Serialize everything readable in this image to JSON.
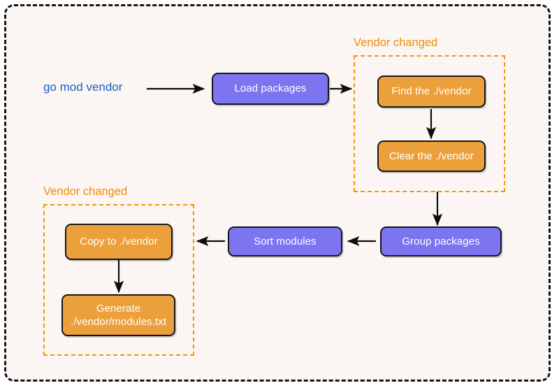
{
  "diagram": {
    "title_text": "go mod vendor",
    "background_color": "#fbf6f3",
    "frame_color": "#141414",
    "accent_purple": "#7d74f0",
    "accent_orange": "#eba03c",
    "group_border_color": "#f2960d",
    "group_label_color": "#ef8c0c",
    "command_text_color": "#1663c7",
    "arrow_color": "#0d0d0d"
  },
  "command": {
    "label": "go mod vendor"
  },
  "nodes": {
    "load_packages": {
      "label": "Load packages",
      "type": "purple"
    },
    "find_vendor": {
      "label": "Find the ./vendor",
      "type": "orange"
    },
    "clear_vendor": {
      "label": "Clear the ./vendor",
      "type": "orange"
    },
    "group_packages": {
      "label": "Group packages",
      "type": "purple"
    },
    "sort_modules": {
      "label": "Sort modules",
      "type": "purple"
    },
    "copy_to_vendor": {
      "label": "Copy to ./vendor",
      "type": "orange"
    },
    "generate_modules_line1": {
      "label": "Generate",
      "type": "orange"
    },
    "generate_modules_line2": {
      "label": "./vendor/modules.txt",
      "type": "orange"
    }
  },
  "groups": {
    "vendor_changed_top": {
      "label": "Vendor changed"
    },
    "vendor_changed_bottom": {
      "label": "Vendor changed"
    }
  }
}
